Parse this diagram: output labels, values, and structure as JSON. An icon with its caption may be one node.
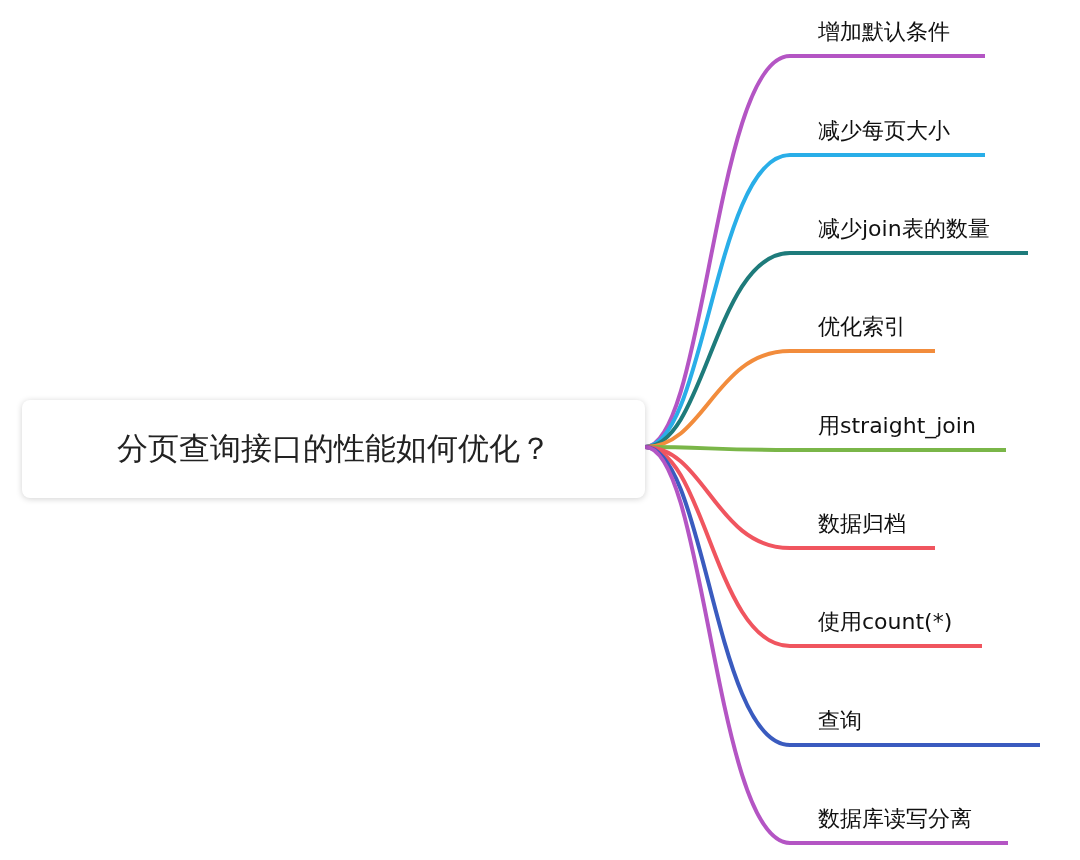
{
  "diagram": {
    "nodes": [
      {
        "text": [
          "分页查询接口的性能如何优化？"
        ]
      },
      {
        "text": [
          "增加默认条件"
        ]
      },
      {
        "text": [
          "减少每页大小"
        ]
      },
      {
        "text": [
          "减少join表的数量"
        ]
      },
      {
        "text": [
          "优化索引"
        ]
      },
      {
        "text": [
          "用straight_join"
        ]
      },
      {
        "text": [
          "数据归档"
        ]
      },
      {
        "text": [
          "使用count(*)"
        ]
      },
      {
        "text": [
          "查询"
        ]
      },
      {
        "text": [
          "数据库读写分离"
        ]
      }
    ],
    "edges": [
      {
        "from": 0,
        "to": 1,
        "arrow": "none",
        "color": "#b455c4"
      },
      {
        "from": 0,
        "to": 2,
        "arrow": "none",
        "color": "#29aee8"
      },
      {
        "from": 0,
        "to": 3,
        "arrow": "none",
        "color": "#1e7b7b"
      },
      {
        "from": 0,
        "to": 4,
        "arrow": "none",
        "color": "#f28c3c"
      },
      {
        "from": 0,
        "to": 5,
        "arrow": "none",
        "color": "#7ab648"
      },
      {
        "from": 0,
        "to": 6,
        "arrow": "none",
        "color": "#f0555f"
      },
      {
        "from": 0,
        "to": 7,
        "arrow": "none",
        "color": "#f0555f"
      },
      {
        "from": 0,
        "to": 8,
        "arrow": "none",
        "color": "#3a5bbf"
      },
      {
        "from": 0,
        "to": 9,
        "arrow": "none",
        "color": "#b455c4"
      }
    ]
  }
}
